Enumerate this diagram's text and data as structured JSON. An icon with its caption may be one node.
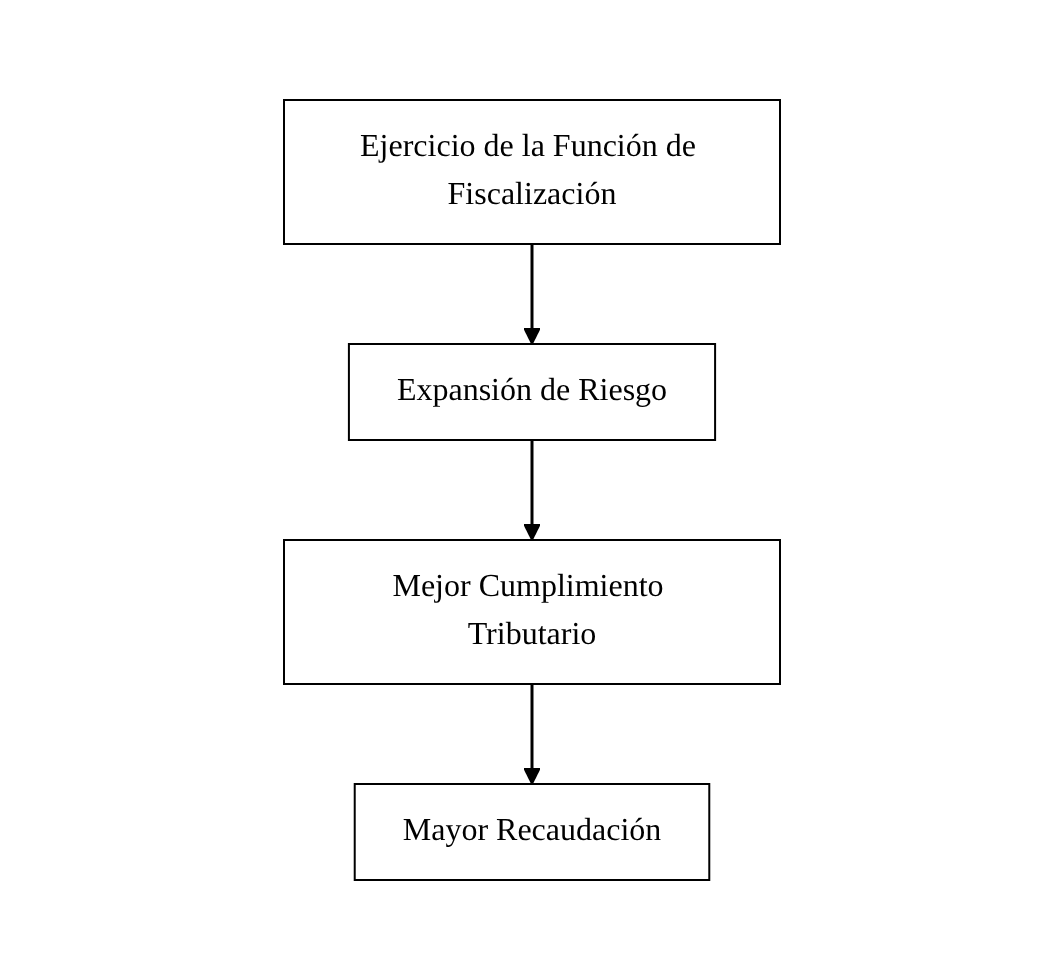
{
  "diagram": {
    "nodes": [
      {
        "text": [
          "Ejercicio de la Función de Fiscalización"
        ]
      },
      {
        "text": [
          "Expansión de Riesgo"
        ]
      },
      {
        "text": [
          "Mejor Cumplimiento Tributario"
        ]
      },
      {
        "text": [
          "Mayor Recaudación"
        ]
      }
    ],
    "edges": [
      {
        "from": 0,
        "to": 1,
        "arrow": "to"
      },
      {
        "from": 1,
        "to": 2,
        "arrow": "to"
      },
      {
        "from": 2,
        "to": 3,
        "arrow": "to"
      }
    ]
  }
}
